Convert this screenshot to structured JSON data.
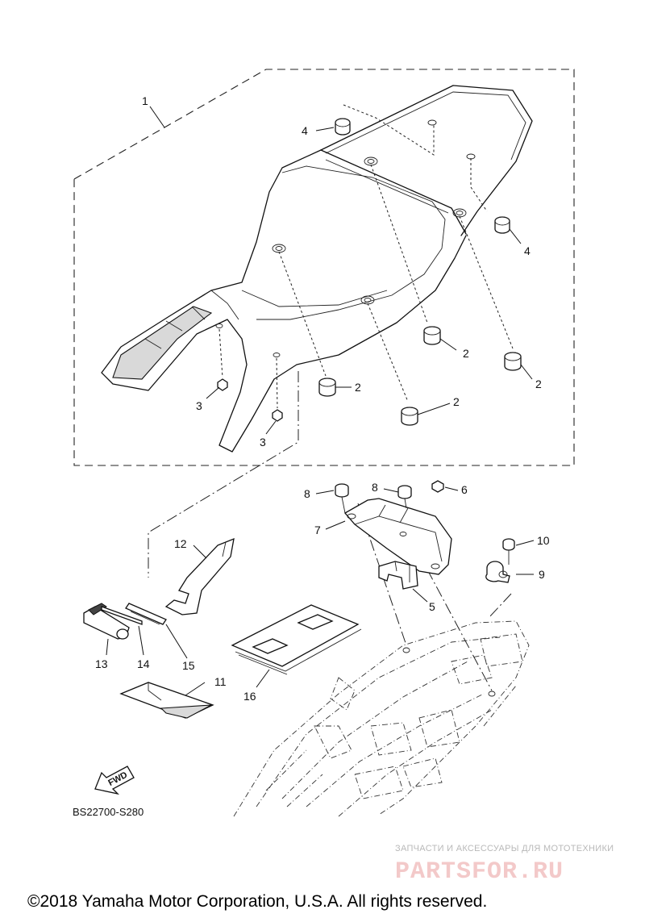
{
  "diagram": {
    "callouts": {
      "c1": "1",
      "c2a": "2",
      "c2b": "2",
      "c2c": "2",
      "c2d": "2",
      "c3a": "3",
      "c3b": "3",
      "c4a": "4",
      "c4b": "4",
      "c5": "5",
      "c6": "6",
      "c7": "7",
      "c8a": "8",
      "c8b": "8",
      "c9": "9",
      "c10": "10",
      "c11": "11",
      "c12": "12",
      "c13": "13",
      "c14": "14",
      "c15": "15",
      "c16": "16"
    },
    "fwd_label": "FWD",
    "diagram_code": "BS22700-S280"
  },
  "watermark": {
    "tagline": "ЗАПЧАСТИ И АКСЕССУАРЫ ДЛЯ МОТОТЕХНИКИ",
    "logo": "PARTSFOR.RU"
  },
  "footer": {
    "copyright": "©2018 Yamaha Motor Corporation, U.S.A. All rights reserved."
  }
}
